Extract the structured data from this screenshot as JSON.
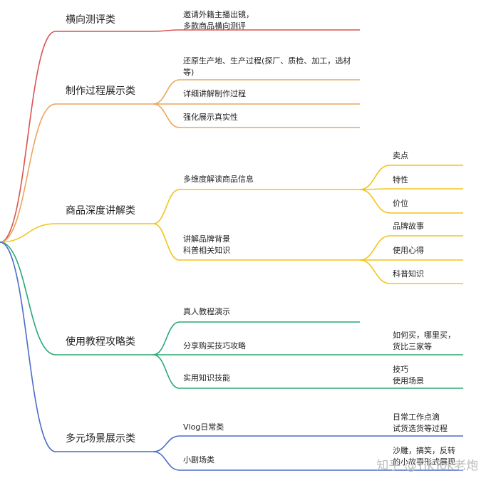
{
  "colors": {
    "red": "#d9534f",
    "orange": "#e8a65d",
    "yellow": "#f0c419",
    "green": "#2aa874",
    "blue": "#4b6cc8"
  },
  "categories": [
    {
      "label": "横向测评类",
      "items": [
        {
          "text": "邀请外籍主播出镜，\n多款商品横向测评"
        }
      ]
    },
    {
      "label": "制作过程展示类",
      "items": [
        {
          "text": "还原生产地、生产过程(探厂、质检、加工，选材\n等)"
        },
        {
          "text": "详细讲解制作过程"
        },
        {
          "text": "强化展示真实性"
        }
      ]
    },
    {
      "label": "商品深度讲解类",
      "items": [
        {
          "text": "多维度解读商品信息",
          "children": [
            "卖点",
            "特性",
            "价位"
          ]
        },
        {
          "text": "讲解品牌背景\n科普相关知识",
          "children": [
            "品牌故事",
            "使用心得",
            "科普知识"
          ]
        }
      ]
    },
    {
      "label": "使用教程攻略类",
      "items": [
        {
          "text": "真人教程演示"
        },
        {
          "text": "分享购买技巧攻略",
          "children": [
            "如何买，哪里买，\n货比三家等"
          ]
        },
        {
          "text": "实用知识技能",
          "children": [
            "技巧\n使用场景"
          ]
        }
      ]
    },
    {
      "label": "多元场景展示类",
      "items": [
        {
          "text": "Vlog日常类",
          "children": [
            "日常工作点滴\n试货选货等过程"
          ]
        },
        {
          "text": "小剧场类",
          "children": [
            "沙雕，搞笑，反转\n的小故事形式展现"
          ]
        }
      ]
    }
  ],
  "watermark": "知乎 @TikTok老炮"
}
